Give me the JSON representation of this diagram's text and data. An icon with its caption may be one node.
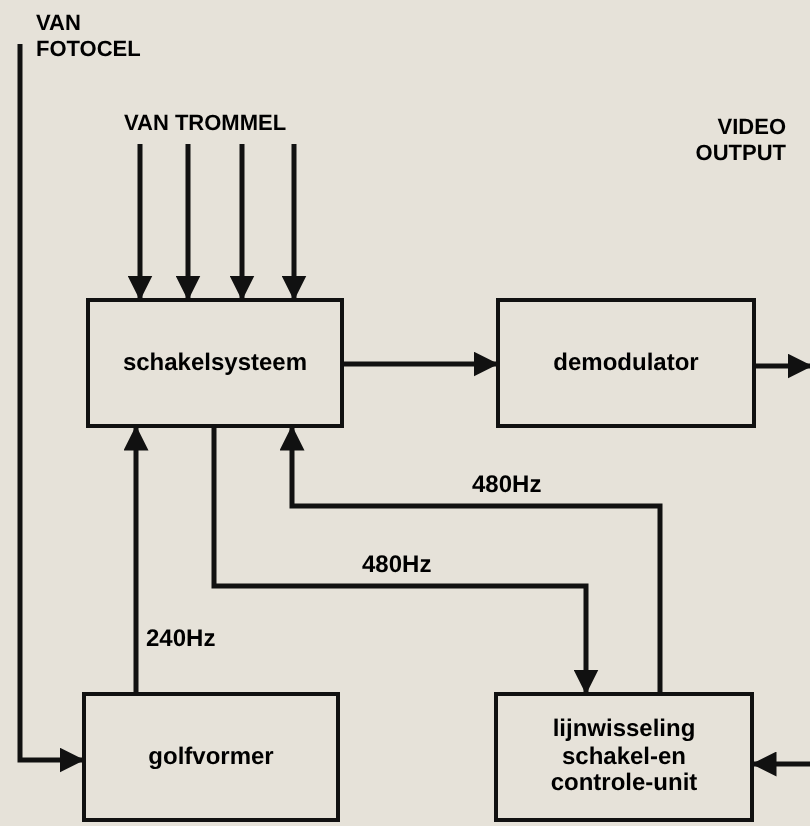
{
  "diagram": {
    "nodes": [
      {
        "text": [
          "VAN FOTOCEL"
        ]
      },
      {
        "text": [
          "VAN TROMMEL"
        ]
      },
      {
        "text": [
          "schakelsysteem"
        ]
      },
      {
        "text": [
          "demodulator"
        ]
      },
      {
        "text": [
          "golfvormer"
        ]
      },
      {
        "text": [
          "lijnwisseling schakel-en controle-unit"
        ]
      }
    ],
    "edges": [
      {
        "from": 1,
        "to": 2,
        "arrow": "to"
      },
      {
        "from": 1,
        "to": 2,
        "arrow": "to"
      },
      {
        "from": 1,
        "to": 2,
        "arrow": "to"
      },
      {
        "from": 1,
        "to": 2,
        "arrow": "to"
      },
      {
        "from": 2,
        "to": 3,
        "arrow": "to"
      },
      {
        "from": 3,
        "to": null,
        "arrow": "to"
      },
      {
        "from": 0,
        "to": 4,
        "arrow": "to"
      },
      {
        "from": 4,
        "to": 2,
        "arrow": "to",
        "label": "240Hz"
      },
      {
        "from": 5,
        "to": 2,
        "arrow": "to",
        "label": "480Hz"
      },
      {
        "from": 2,
        "to": 5,
        "arrow": "to",
        "label": "480Hz"
      },
      {
        "from": null,
        "to": 5,
        "arrow": "to"
      }
    ],
    "labels": [
      "VIDEO OUTPUT"
    ]
  }
}
